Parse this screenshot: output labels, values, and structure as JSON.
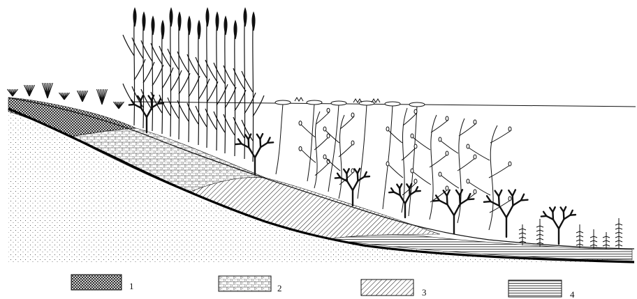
{
  "legend": [
    {
      "id": "1",
      "label": "1",
      "pattern": "crosshatch"
    },
    {
      "id": "2",
      "label": "2",
      "pattern": "brick-dots"
    },
    {
      "id": "3",
      "label": "3",
      "pattern": "diagonal-lines"
    },
    {
      "id": "4",
      "label": "4",
      "pattern": "horizontal-lines"
    }
  ],
  "colors": {
    "ink": "#111111",
    "paper": "#ffffff"
  },
  "icons": [
    "reed-icon",
    "grass-tuft-icon",
    "water-lily-icon",
    "pondweed-icon",
    "horsetail-icon",
    "branching-algae-icon"
  ]
}
